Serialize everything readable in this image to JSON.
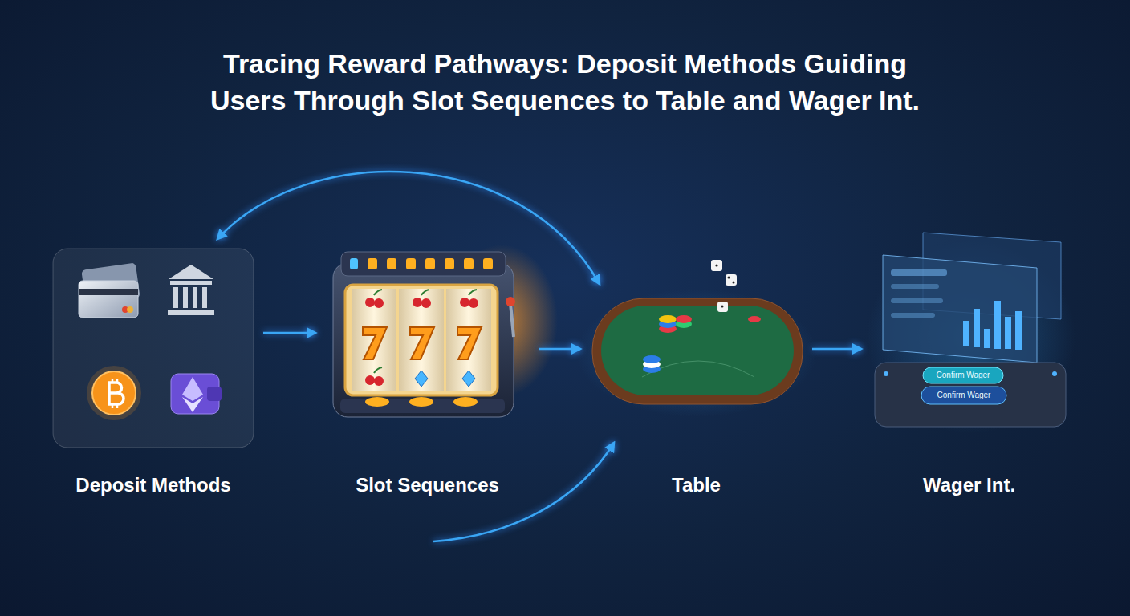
{
  "diagram": {
    "title": "Tracing Reward Pathways: Deposit Methods Guiding Users Through Slot Sequences to Table and Wager Int.",
    "nodes": [
      {
        "text": [
          "Deposit Methods"
        ]
      },
      {
        "text": [
          "Slot Sequences"
        ]
      },
      {
        "text": [
          "Table"
        ]
      },
      {
        "text": [
          "Wager Int."
        ]
      }
    ],
    "edges": [
      {
        "from": 0,
        "to": 1,
        "arrow": "to"
      },
      {
        "from": 1,
        "to": 2,
        "arrow": "to"
      },
      {
        "from": 2,
        "to": 3,
        "arrow": "to"
      },
      {
        "from": 0,
        "to": 2,
        "arrow": "both"
      }
    ],
    "labels": [
      "Confirm Wager",
      "Confirm Wager"
    ]
  }
}
